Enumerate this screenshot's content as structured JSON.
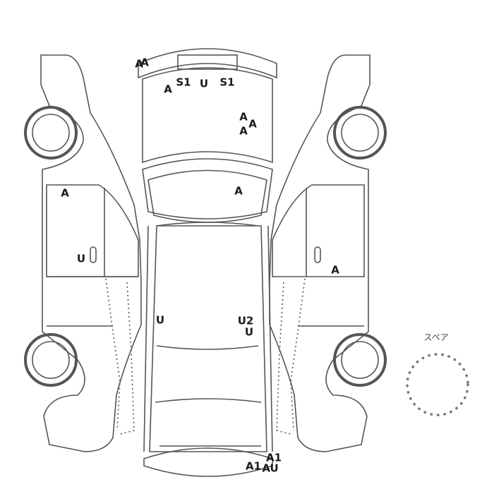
{
  "diagram": {
    "spare_label": "スペア",
    "marks": [
      {
        "panel": "front-bumper-left",
        "text": "A"
      },
      {
        "panel": "front-bumper-left",
        "text": "A"
      },
      {
        "panel": "hood-front-left",
        "text": "A"
      },
      {
        "panel": "hood-front",
        "text": "S1"
      },
      {
        "panel": "hood-front-center",
        "text": "U"
      },
      {
        "panel": "hood-front-right",
        "text": "S1"
      },
      {
        "panel": "hood-right",
        "text": "A"
      },
      {
        "panel": "hood-right",
        "text": "A"
      },
      {
        "panel": "hood-right",
        "text": "A"
      },
      {
        "panel": "left-front-fender",
        "text": "A"
      },
      {
        "panel": "windshield",
        "text": "A"
      },
      {
        "panel": "left-front-door",
        "text": "U"
      },
      {
        "panel": "right-front-door",
        "text": "A"
      },
      {
        "panel": "roof-left",
        "text": "U"
      },
      {
        "panel": "roof-right",
        "text": "U2"
      },
      {
        "panel": "roof-right",
        "text": "U"
      },
      {
        "panel": "rear-bumper",
        "text": "A1"
      },
      {
        "panel": "rear-bumper",
        "text": "A1"
      },
      {
        "panel": "rear-bumper",
        "text": "AU"
      }
    ]
  }
}
